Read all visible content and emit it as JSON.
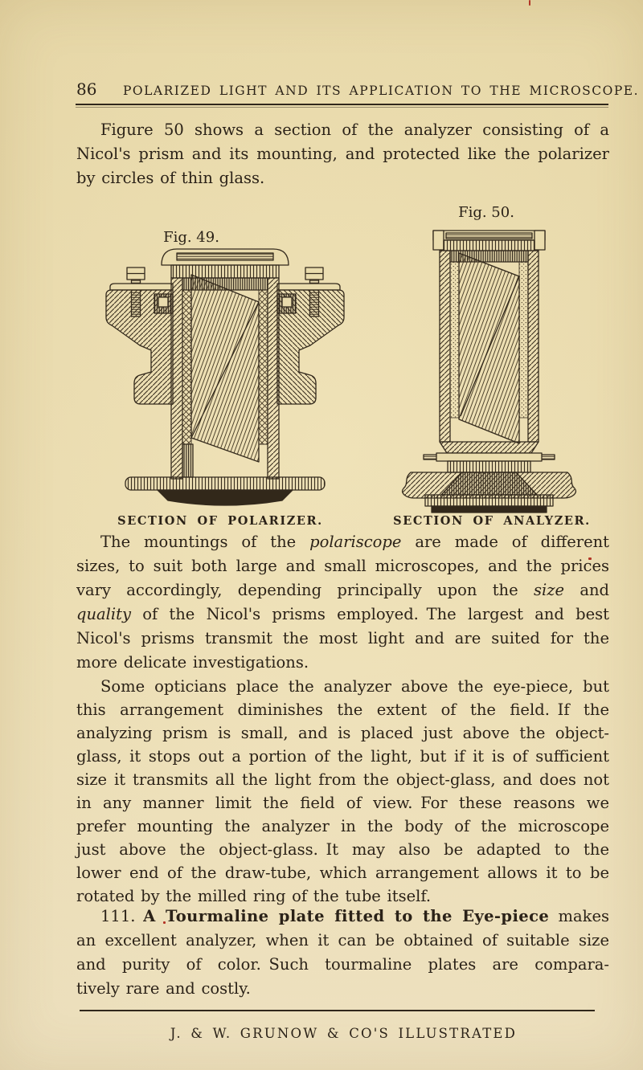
{
  "page": {
    "number": "86",
    "running_title": "POLARIZED LIGHT AND ITS APPLICATION TO THE MICROSCOPE.",
    "footer_text": "J. & W. GRUNOW & CO'S ILLUSTRATED",
    "colors": {
      "paper": "#eee0b4",
      "ink": "#2b2218",
      "speck_red": "#b23527"
    }
  },
  "figures": {
    "fig49": {
      "label": "Fig. 49.",
      "caption": "SECTION OF POLARIZER."
    },
    "fig50": {
      "label": "Fig. 50.",
      "caption": "SECTION OF ANALYZER."
    }
  },
  "paragraphs": [
    {
      "lines": [
        [
          {
            "t": "Figure 50 shows a section of the analyzer consisting of a"
          }
        ],
        [
          {
            "t": "Nicol's prism and its mounting, and protected like the polarizer"
          }
        ],
        [
          {
            "t": "by circles of thin glass."
          }
        ]
      ]
    },
    {
      "lines": [
        [
          {
            "t": "The mountings of the "
          },
          {
            "t": "polariscope",
            "s": "i"
          },
          {
            "t": " are made of different"
          }
        ],
        [
          {
            "t": "sizes, to suit both large and small microscopes, and the prices"
          }
        ],
        [
          {
            "t": "vary accordingly, depending principally upon the "
          },
          {
            "t": "size",
            "s": "i"
          },
          {
            "t": " and"
          }
        ],
        [
          {
            "t": "quality",
            "s": "i"
          },
          {
            "t": " of the Nicol's prisms employed. The largest and best"
          }
        ],
        [
          {
            "t": "Nicol's prisms transmit the most light and are suited for the"
          }
        ],
        [
          {
            "t": "more delicate investigations."
          }
        ]
      ]
    },
    {
      "lines": [
        [
          {
            "t": "Some opticians place the analyzer above the eye-piece, but"
          }
        ],
        [
          {
            "t": "this arrangement diminishes the extent of the field. If the"
          }
        ],
        [
          {
            "t": "analyzing prism is small, and is placed just above the object-"
          }
        ],
        [
          {
            "t": "glass, it stops out a portion of the light, but if it is of sufficient"
          }
        ],
        [
          {
            "t": "size it transmits all the light from the object-glass, and does not"
          }
        ],
        [
          {
            "t": "in any manner limit the field of view. For these reasons we"
          }
        ],
        [
          {
            "t": "prefer mounting the analyzer in the body of the microscope"
          }
        ],
        [
          {
            "t": "just above the object-glass. It may also be adapted to the"
          }
        ],
        [
          {
            "t": "lower end of the draw-tube, which arrangement allows it to be"
          }
        ],
        [
          {
            "t": "rotated by the milled ring of the tube itself."
          }
        ]
      ]
    },
    {
      "lines": [
        [
          {
            "t": "111. "
          },
          {
            "t": "A Tourmaline plate fitted to the Eye-piece",
            "s": "b"
          },
          {
            "t": " makes"
          }
        ],
        [
          {
            "t": "an excellent analyzer, when it can be obtained of suitable size"
          }
        ],
        [
          {
            "t": "and purity of color. Such tourmaline plates are compara-"
          }
        ],
        [
          {
            "t": "tively rare and costly."
          }
        ]
      ]
    }
  ]
}
